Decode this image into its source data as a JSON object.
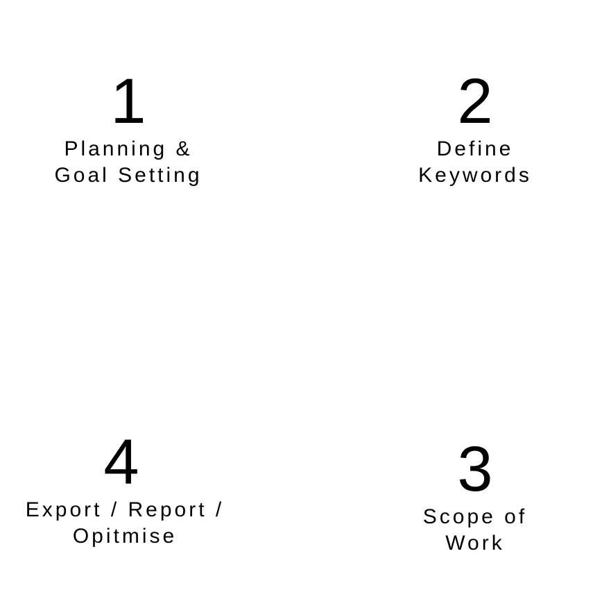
{
  "steps": [
    {
      "number": "1",
      "label_lines": [
        "Planning &",
        "Goal Setting"
      ]
    },
    {
      "number": "2",
      "label_lines": [
        "Define",
        "Keywords"
      ]
    },
    {
      "number": "3",
      "label_lines": [
        "Scope of",
        "Work"
      ]
    },
    {
      "number": "4",
      "label_lines": [
        "Export / Report /",
        "Opitmise"
      ]
    }
  ]
}
